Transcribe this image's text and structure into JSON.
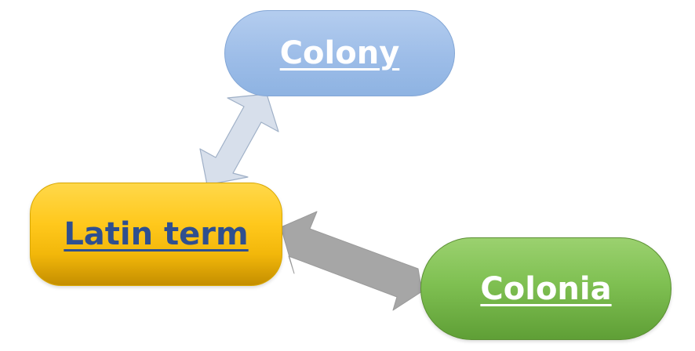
{
  "diagram": {
    "nodes": {
      "colony": {
        "label": "Colony",
        "color": "#9dbde8"
      },
      "latin_term": {
        "label": "Latin term",
        "color": "#ffc81c"
      },
      "colonia": {
        "label": "Colonia",
        "color": "#7fc052"
      }
    },
    "connectors": [
      {
        "from": "latin_term",
        "to": "colony",
        "style": "double-headed-arrow",
        "color": "#d6deea"
      },
      {
        "from": "latin_term",
        "to": "colonia",
        "style": "double-headed-arrow",
        "color": "#a6a6a6"
      }
    ]
  }
}
